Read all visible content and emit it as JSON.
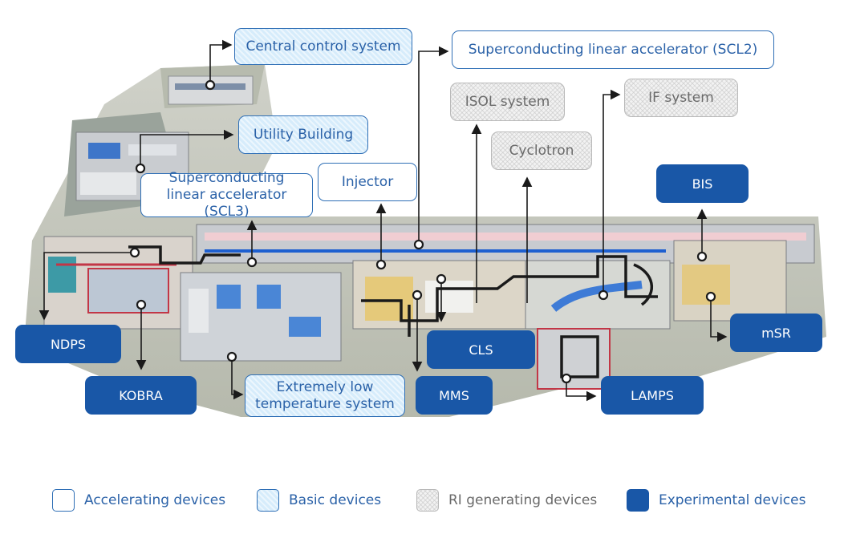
{
  "labels": {
    "central_control": "Central control system",
    "scl2": "Superconducting linear accelerator (SCL2)",
    "isol": "ISOL system",
    "if_system": "IF system",
    "utility": "Utility Building",
    "cyclotron": "Cyclotron",
    "scl3": "Superconducting linear accelerator (SCL3)",
    "injector": "Injector",
    "bis": "BIS",
    "ndps": "NDPS",
    "cls": "CLS",
    "msr": "mSR",
    "kobra": "KOBRA",
    "low_temp": "Extremely low temperature system",
    "mms": "MMS",
    "lamps": "LAMPS"
  },
  "legend": {
    "accelerating": "Accelerating devices",
    "basic": "Basic devices",
    "ri": "RI generating devices",
    "experimental": "Experimental devices"
  },
  "colors": {
    "accent": "#1957a7",
    "label_text": "#2b62a8",
    "ri_text": "#6a6a6a",
    "beamline": "#1a1a1a",
    "beam_blue": "#1d5fd0"
  }
}
